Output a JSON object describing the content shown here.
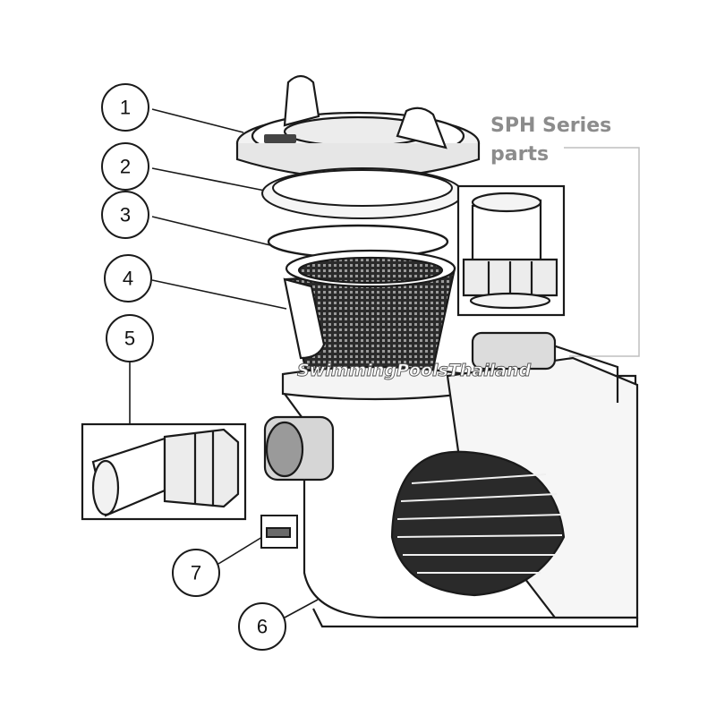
{
  "diagram": {
    "title_lines": [
      "SPH Series",
      "parts"
    ],
    "watermark": "SwimmingPoolsThailand",
    "colors": {
      "ink": "#1a1a1a",
      "title": "#8c8c8c",
      "panel_border": "#bfbfbf"
    },
    "callouts": [
      {
        "id": "1",
        "label": "1"
      },
      {
        "id": "2",
        "label": "2"
      },
      {
        "id": "3",
        "label": "3"
      },
      {
        "id": "4",
        "label": "4"
      },
      {
        "id": "5",
        "label": "5"
      },
      {
        "id": "6",
        "label": "6"
      },
      {
        "id": "7",
        "label": "7"
      }
    ]
  }
}
